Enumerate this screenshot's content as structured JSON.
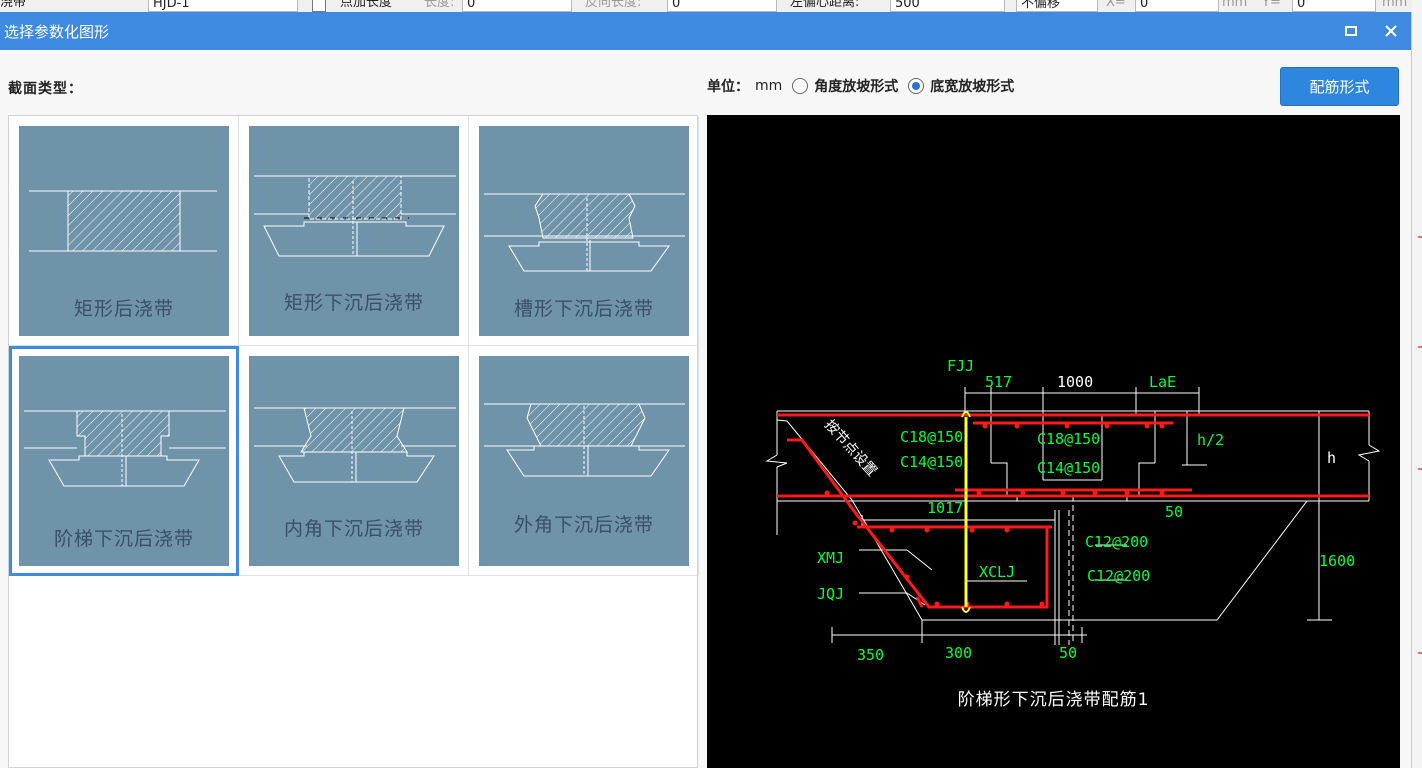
{
  "background_toolbar": {
    "type_value": "浇带",
    "code_value": "HJD-1",
    "add_length_label": "点加长度",
    "length_label": "长度:",
    "length_value": "0",
    "reverse_length_label": "反向长度:",
    "reverse_length_value": "0",
    "offset_label": "左偏心距离:",
    "offset_value": "500",
    "offset_mode": "不偏移",
    "x_label": "X=",
    "x_value": "0",
    "x_unit": "mm",
    "y_label": "Y=",
    "y_value": "0",
    "y_unit": "mm"
  },
  "window": {
    "title": "选择参数化图形",
    "maximize_icon": "maximize-icon",
    "close_icon": "close-icon"
  },
  "section": {
    "label": "截面类型："
  },
  "units": {
    "label": "单位：",
    "unit": "mm",
    "options": [
      {
        "label": "角度放坡形式",
        "selected": false
      },
      {
        "label": "底宽放坡形式",
        "selected": true
      }
    ]
  },
  "actions": {
    "rebar_style_button": "配筋形式"
  },
  "gallery": {
    "items": [
      {
        "label": "矩形后浇带",
        "selected": false
      },
      {
        "label": "矩形下沉后浇带",
        "selected": false
      },
      {
        "label": "槽形下沉后浇带",
        "selected": false
      },
      {
        "label": "阶梯下沉后浇带",
        "selected": true
      },
      {
        "label": "内角下沉后浇带",
        "selected": false
      },
      {
        "label": "外角下沉后浇带",
        "selected": false
      }
    ]
  },
  "preview": {
    "caption": "阶梯形下沉后浇带配筋1",
    "labels": {
      "fjj": "FJJ",
      "d517": "517",
      "d1000": "1000",
      "lae": "LaE",
      "c18_left": "C18@150",
      "c18_right": "C18@150",
      "h2": "h/2",
      "h": "h",
      "c14_left": "C14@150",
      "c14_right": "C14@150",
      "d1017": "1017",
      "d50_right": "50",
      "c12_upper": "C12@200",
      "c12_lower": "C12@200",
      "xmj": "XMJ",
      "xclj": "XCLJ",
      "jqj": "JQJ",
      "d1600": "1600",
      "d350": "350",
      "d300": "300",
      "d50_bottom": "50",
      "slant_note": "按节点设置"
    },
    "colors": {
      "background": "#000000",
      "dimension": "#00ff33",
      "rebar": "#ff1a1a",
      "highlight": "#ffff33",
      "outline": "#ffffff"
    }
  }
}
